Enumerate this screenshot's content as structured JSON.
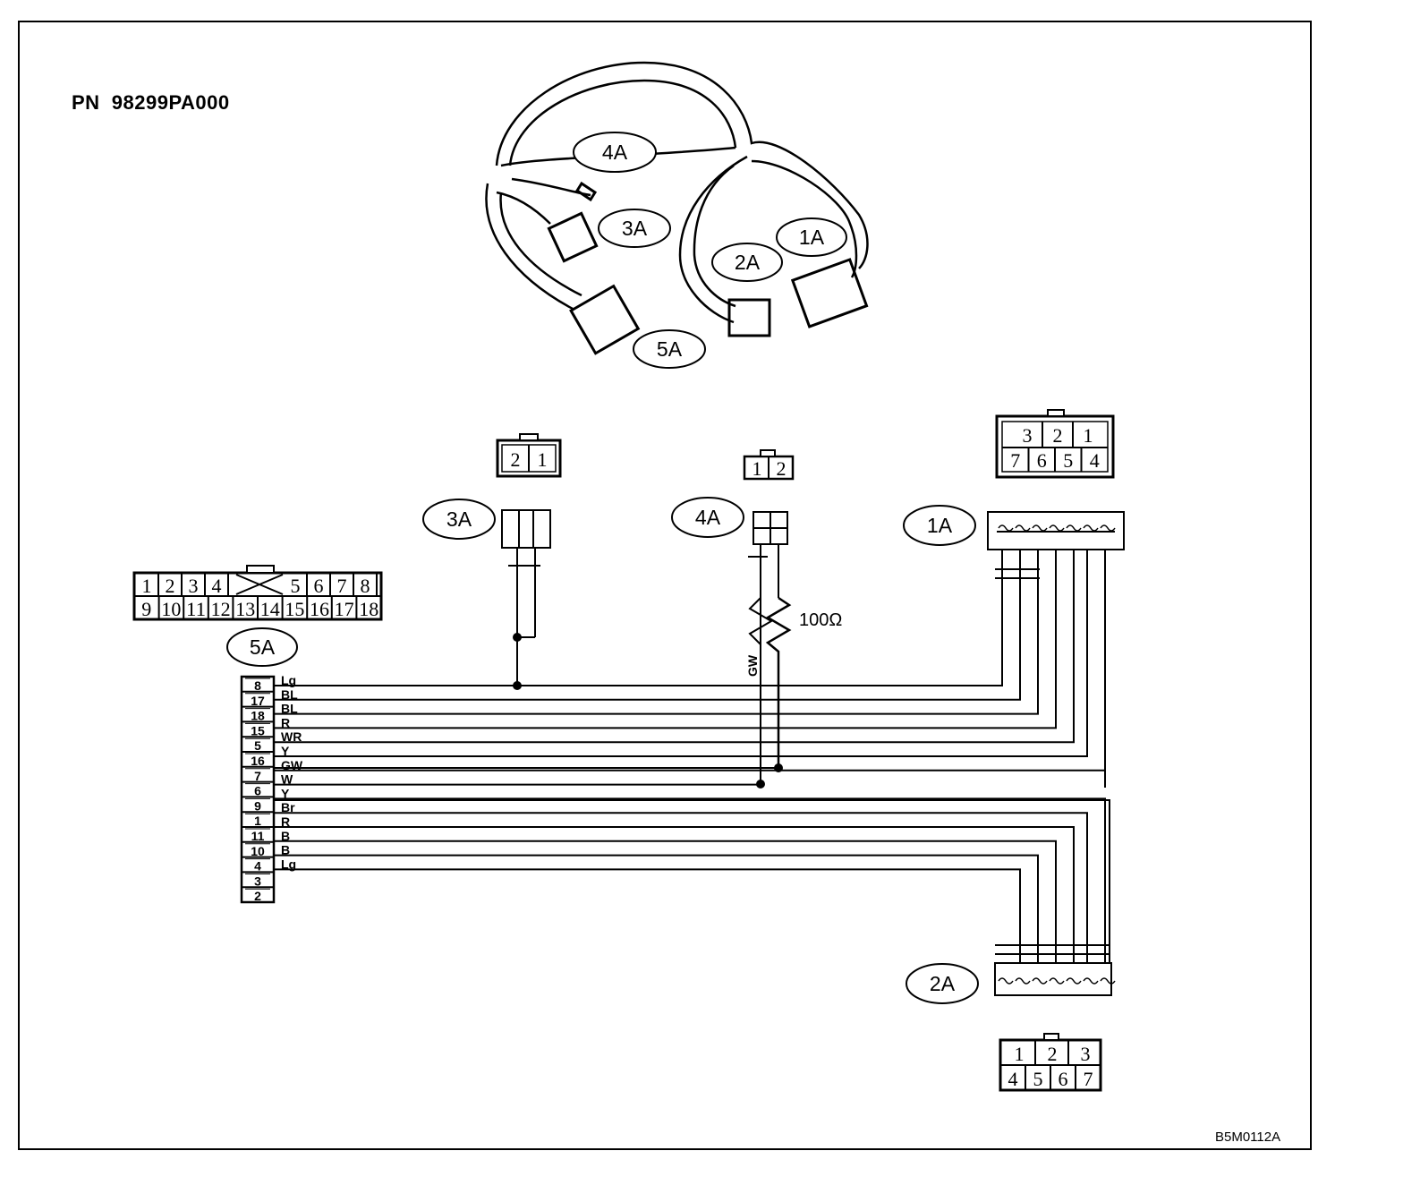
{
  "header": {
    "part_number": "PN  98299PA000"
  },
  "footer": {
    "drawing_code": "B5M0112A"
  },
  "harness_callouts": [
    "4A",
    "3A",
    "1A",
    "2A",
    "5A"
  ],
  "connector_5A": {
    "label": "5A",
    "face_top": [
      "1",
      "2",
      "3",
      "4",
      "5",
      "6",
      "7",
      "8"
    ],
    "face_bottom": [
      "9",
      "10",
      "11",
      "12",
      "13",
      "14",
      "15",
      "16",
      "17",
      "18"
    ],
    "pins": [
      "8",
      "17",
      "18",
      "15",
      "5",
      "16",
      "7",
      "6",
      "9",
      "1",
      "11",
      "10",
      "4",
      "3",
      "2"
    ],
    "wire_colors": [
      "Lg",
      "BL",
      "BL",
      "R",
      "WR",
      "Y",
      "GW",
      "W",
      "Y",
      "Br",
      "R",
      "B",
      "B",
      "Lg"
    ]
  },
  "connector_3A": {
    "label": "3A",
    "face": [
      "2",
      "1"
    ]
  },
  "connector_4A": {
    "label": "4A",
    "face": [
      "1",
      "2"
    ],
    "wire_color": "GW"
  },
  "connector_1A": {
    "label": "1A",
    "face_top": [
      "3",
      "2",
      "1"
    ],
    "face_bottom": [
      "7",
      "6",
      "5",
      "4"
    ]
  },
  "connector_2A": {
    "label": "2A",
    "face_top": [
      "1",
      "2",
      "3"
    ],
    "face_bottom": [
      "4",
      "5",
      "6",
      "7"
    ]
  },
  "resistor": {
    "value": "100Ω"
  }
}
